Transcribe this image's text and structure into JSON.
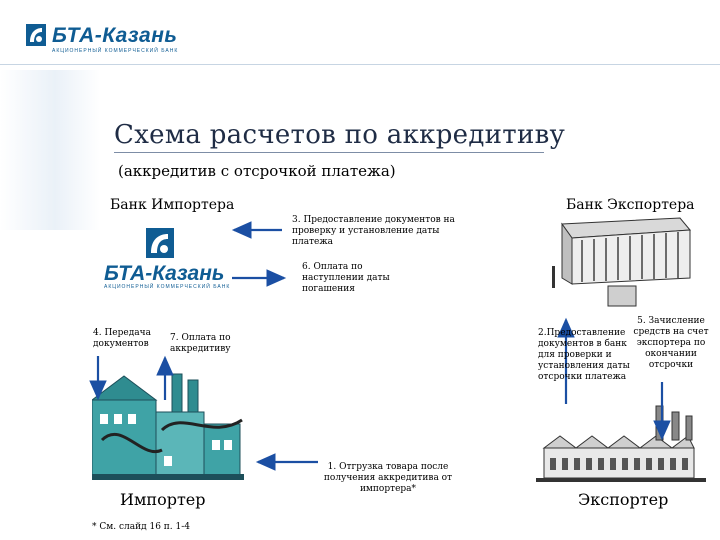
{
  "header": {
    "logo_text": "БТА-Казань",
    "logo_subtitle": "АКЦИОНЕРНЫЙ КОММЕРЧЕСКИЙ БАНК"
  },
  "title": "Схема расчетов по аккредитиву",
  "subtitle": "(аккредитив с отсрочкой платежа)",
  "parties": {
    "importer_bank": "Банк Импортера",
    "exporter_bank": "Банк Экспортера",
    "importer": "Импортер",
    "exporter": "Экспортер",
    "bank_logo_text": "БТА-Казань",
    "bank_logo_subtitle": "АКЦИОНЕРНЫЙ КОММЕРЧЕСКИЙ БАНК"
  },
  "steps": {
    "step1": "1.   Отгрузка товара после получения аккредитива от импортера*",
    "step2": "2.Предоставление документов в банк для проверки и установления даты отсрочки платежа",
    "step3": "3. Предоставление документов на проверку и установление даты платежа",
    "step4": "4. Передача документов",
    "step5": "5. Зачисление средств на счет экспортера по окончании отсрочки",
    "step6": "6. Оплата по наступлении даты погашения",
    "step7": "7.  Оплата по аккредитиву"
  },
  "footnote": "* См. слайд 16 п. 1-4",
  "colors": {
    "brand_blue": "#0f5c93",
    "building_teal": "#3fa3a6",
    "arrow_blue": "#1b4fa3"
  }
}
